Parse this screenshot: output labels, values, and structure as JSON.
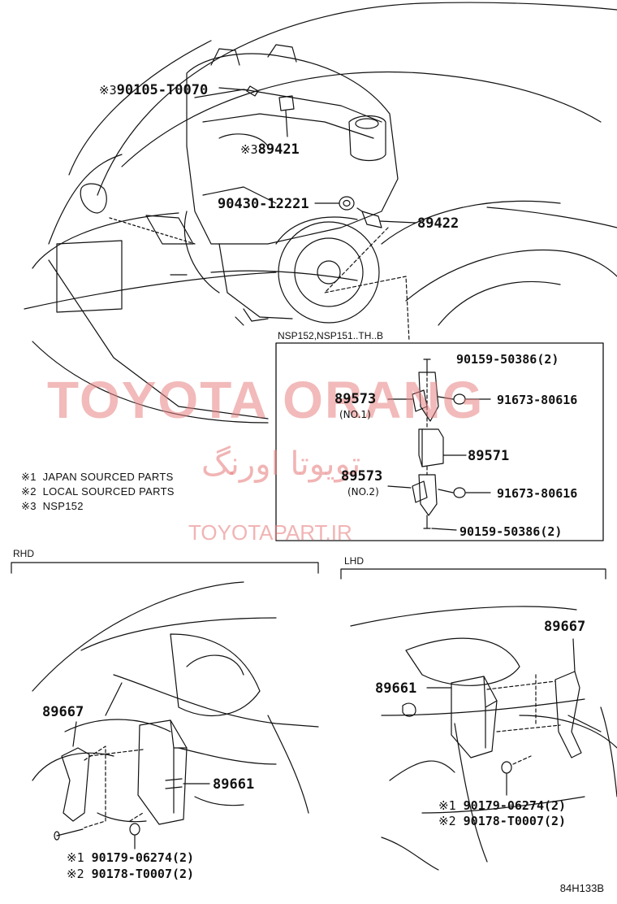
{
  "labels": {
    "p90105": "90105-T0070",
    "p89421": "89421",
    "p90430": "90430-12221",
    "p89422": "89422",
    "box_title": "NSP152,NSP151..TH..B",
    "p90159_top": "90159-50386(2)",
    "p89573_1": "89573",
    "no1": "(NO.1)",
    "p91673_1": "91673-80616",
    "p89571": "89571",
    "p89573_2": "89573",
    "no2": "(NO.2)",
    "p91673_2": "91673-80616",
    "p90159_bot": "90159-50386(2)",
    "rhd": "RHD",
    "lhd": "LHD",
    "rhd_89667": "89667",
    "rhd_89661": "89661",
    "rhd_90179": "90179-06274(2)",
    "rhd_90178": "90178-T0007(2)",
    "lhd_89667": "89667",
    "lhd_89661": "89661",
    "lhd_90179": "90179-06274(2)",
    "lhd_90178": "90178-T0007(2)",
    "mark1": "※1",
    "mark2": "※2",
    "mark3": "※3",
    "diagram_code": "84H133B"
  },
  "legend": [
    {
      "mark": "※1",
      "text": "JAPAN SOURCED PARTS"
    },
    {
      "mark": "※2",
      "text": "LOCAL SOURCED PARTS"
    },
    {
      "mark": "※3",
      "text": "NSP152"
    }
  ],
  "watermark": {
    "main": "TOYOTA ORANG",
    "persian": "تویوتا اورنگ",
    "url": "TOYOTAPART.IR",
    "color": "#e88282"
  }
}
